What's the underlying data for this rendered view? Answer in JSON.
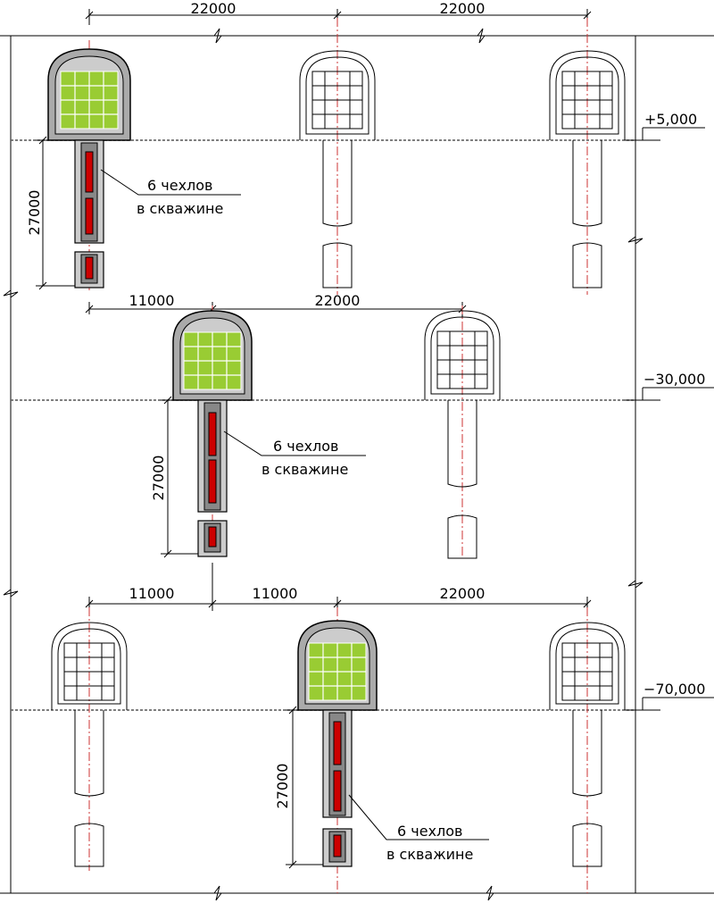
{
  "colors": {
    "line": "#000000",
    "axis": "#cc3333",
    "fill_green": "#99cc33",
    "fill_gray": "#aaaaaa",
    "casing_red": "#cc0000",
    "ground_dots": "#555555"
  },
  "tiers": [
    {
      "level_label": "+5,000",
      "dims_top": [
        "22000",
        "22000"
      ],
      "well_depth": "27000",
      "note_line1": "6 чехлов",
      "note_line2": "в скважине",
      "active_index": 0,
      "rooms": 3
    },
    {
      "level_label": "−30,000",
      "dims_top": [
        "11000",
        "22000"
      ],
      "well_depth": "27000",
      "note_line1": "6 чехлов",
      "note_line2": "в скважине",
      "active_index": 0,
      "rooms": 2
    },
    {
      "level_label": "−70,000",
      "dims_top": [
        "11000",
        "11000",
        "22000"
      ],
      "well_depth": "27000",
      "note_line1": "6 чехлов",
      "note_line2": "в скважине",
      "active_index": 1,
      "rooms": 3
    }
  ]
}
